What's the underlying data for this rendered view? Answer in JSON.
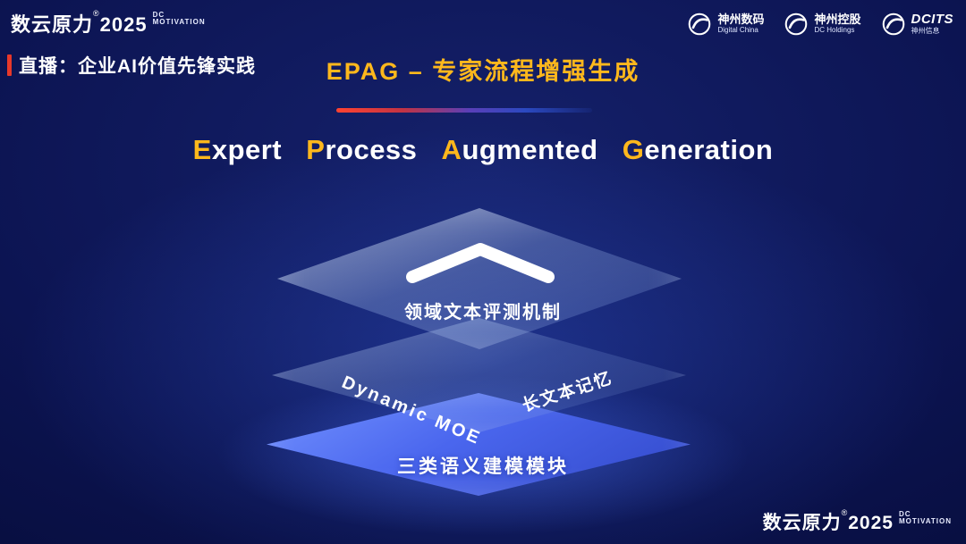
{
  "brand": {
    "name": "数云原力",
    "reg": "®",
    "year": "2025",
    "sub_line1": "DC",
    "sub_line2": "MOTIVATION"
  },
  "header": {
    "live_label": "直播：企业AI价值先锋实践",
    "partners": [
      {
        "name": "神州数码",
        "sub": "Digital China"
      },
      {
        "name": "神州控股",
        "sub": "DC Holdings"
      },
      {
        "name": "DCITS",
        "sub": "神州信息"
      }
    ]
  },
  "title": {
    "cn": "EPAG – 专家流程增强生成",
    "en_words": [
      {
        "initial": "E",
        "rest": "xpert"
      },
      {
        "initial": "P",
        "rest": "rocess"
      },
      {
        "initial": "A",
        "rest": "ugmented"
      },
      {
        "initial": "G",
        "rest": "eneration"
      }
    ]
  },
  "diagram": {
    "top_layer_label": "领域文本评测机制",
    "middle_layer_label_left": "Dynamic MOE",
    "middle_layer_label_right": "长文本记忆",
    "bottom_layer_label": "三类语义建模模块"
  },
  "colors": {
    "gold": "#ffb81c",
    "red_accent": "#e8382a",
    "layer_blue": "#4a66ee",
    "background_navy": "#0c1452"
  }
}
